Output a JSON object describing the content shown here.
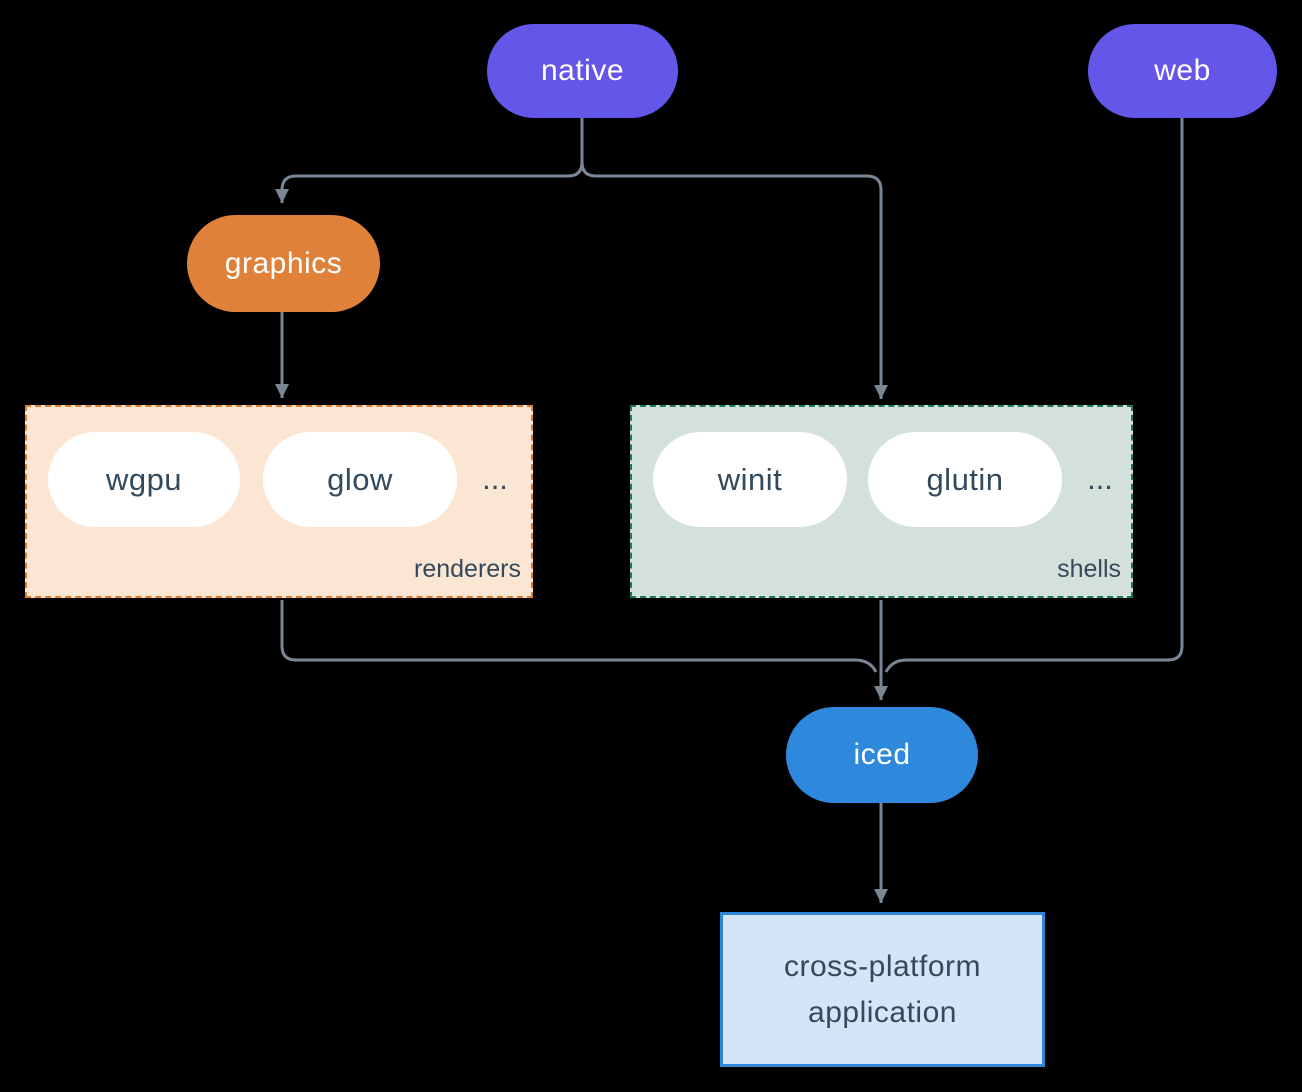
{
  "canvas": {
    "background": "#000000"
  },
  "colors": {
    "connector": "#7a8694",
    "node_purple": "#6456e9",
    "node_orange": "#e0813a",
    "node_blue": "#2e89dc",
    "pill_text_dark": "#34495c",
    "renderers_bg": "#fbe5d3",
    "renderers_border": "#e07f30",
    "shells_bg": "#d3e1da",
    "shells_border": "#1e7868",
    "app_bg": "#d4e5f7",
    "app_border": "#2f86d9"
  },
  "nodes": {
    "native": {
      "label": "native"
    },
    "web": {
      "label": "web"
    },
    "graphics": {
      "label": "graphics"
    },
    "iced": {
      "label": "iced"
    },
    "app": {
      "lines": [
        "cross-platform",
        "application"
      ]
    }
  },
  "groups": {
    "renderers": {
      "label": "renderers",
      "items": [
        "wgpu",
        "glow"
      ],
      "ellipsis": "..."
    },
    "shells": {
      "label": "shells",
      "items": [
        "winit",
        "glutin"
      ],
      "ellipsis": "..."
    }
  }
}
